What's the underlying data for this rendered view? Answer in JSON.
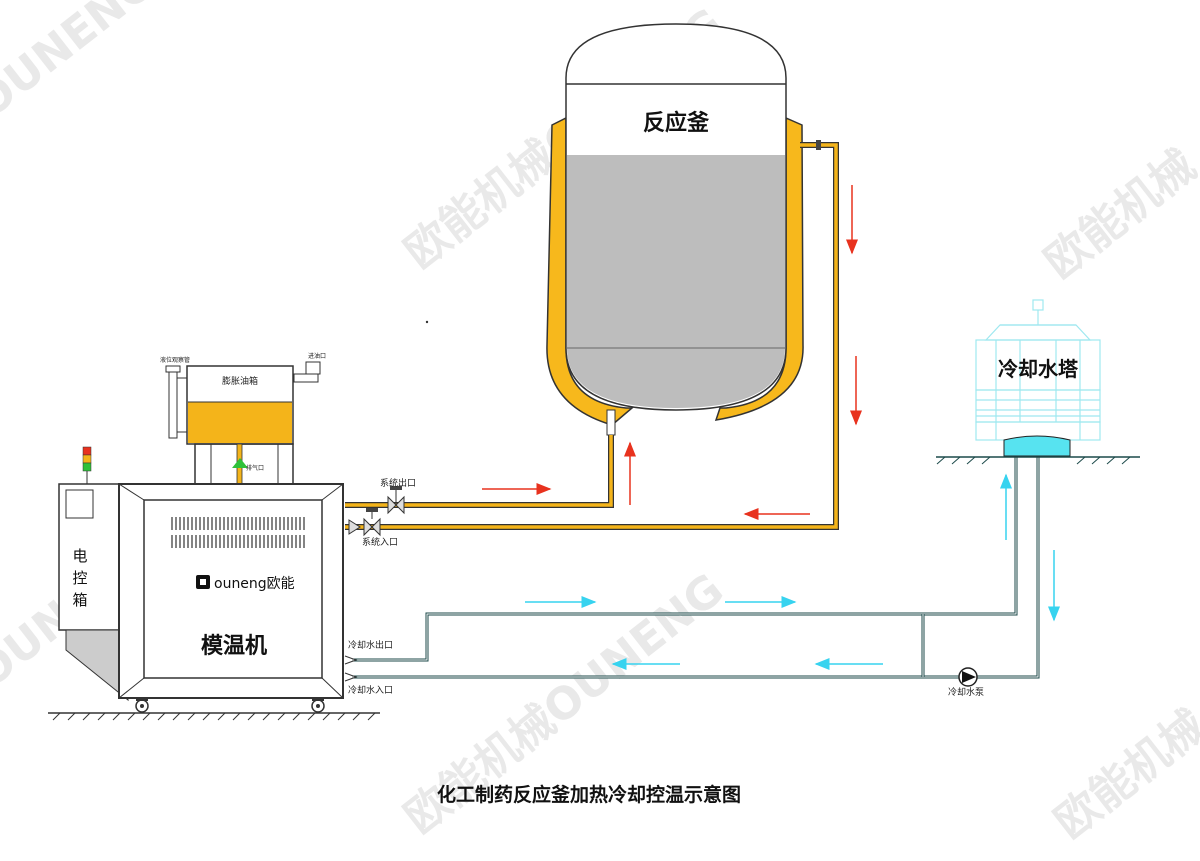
{
  "diagram": {
    "title": "化工制药反应釜加热冷却控温示意图",
    "reactor_label": "反应釜",
    "cooling_tower_label": "冷却水塔",
    "tcu_label": "模温机",
    "tcu_brand": "ouneng欧能",
    "control_box_label": [
      "电",
      "控",
      "箱"
    ],
    "expansion_tank_label": "膨胀油箱",
    "system_outlet_label": "系统出口",
    "system_inlet_label": "系统入口",
    "cooling_water_outlet_label": "冷却水出口",
    "cooling_water_inlet_label": "冷却水入口",
    "cooling_pump_label": "冷却水泵",
    "expansion_tank_small_labels": [
      "液位观察管",
      "进油口",
      "排气口"
    ]
  },
  "watermark": {
    "text_cn": "欧能机械OUNENG",
    "text_cn_short": "欧能机械",
    "text_en": "OUNENG"
  },
  "colors": {
    "oil_pipe": "#f4b41a",
    "jacket": "#f7b81c",
    "water_pipe": "#1c4a4a",
    "hot_arrow": "#e8321e",
    "cool_arrow": "#37d3ef",
    "liquid": "#bdbdbd",
    "tower_water": "#57e3f0"
  }
}
